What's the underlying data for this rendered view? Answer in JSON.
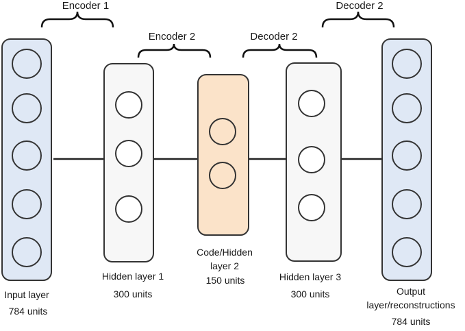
{
  "braces": {
    "encoder1": "Encoder 1",
    "encoder2": "Encoder 2",
    "decoder2_inner": "Decoder 2",
    "decoder2_outer": "Decoder 2"
  },
  "layers": [
    {
      "id": "input",
      "name_lines": [
        "Input layer"
      ],
      "units": "784 units",
      "nodes": 5,
      "fill": "#dfe8f5"
    },
    {
      "id": "hidden1",
      "name_lines": [
        "Hidden layer 1"
      ],
      "units": "300 units",
      "nodes": 3,
      "fill": "#f7f7f7"
    },
    {
      "id": "code",
      "name_lines": [
        "Code/Hidden",
        "layer 2"
      ],
      "units": "150 units",
      "nodes": 2,
      "fill": "#fbe3c9"
    },
    {
      "id": "hidden3",
      "name_lines": [
        "Hidden layer 3"
      ],
      "units": "300 units",
      "nodes": 3,
      "fill": "#f7f7f7"
    },
    {
      "id": "output",
      "name_lines": [
        "Output",
        "layer/reconstructions"
      ],
      "units": "784 units",
      "nodes": 5,
      "fill": "#dfe8f5"
    }
  ]
}
